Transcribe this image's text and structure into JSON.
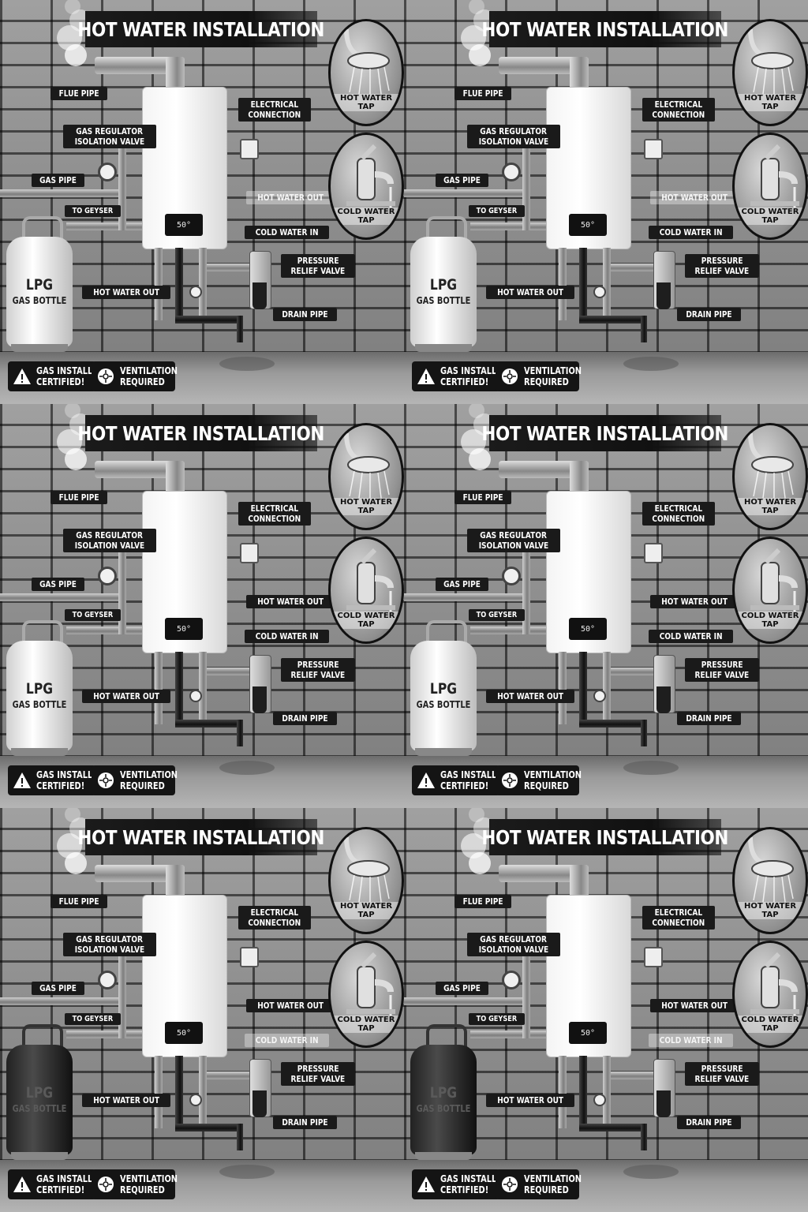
{
  "panels": [
    {
      "variant": "light",
      "title": "HOT WATER INSTALLATION",
      "display": "50°",
      "labels": {
        "flue_pipe": "FLUE PIPE",
        "electrical_1": "ELECTRICAL",
        "electrical_2": "CONNECTION",
        "gas_regulator_1": "GAS REGULATOR",
        "gas_regulator_2": "ISOLATION VALVE",
        "gas_pipe": "GAS PIPE",
        "to_geyser": "TO GEYSER",
        "hot_water_out_unit": "HOT WATER OUT",
        "cold_water_in": "COLD WATER IN",
        "pressure_relief_1": "PRESSURE",
        "pressure_relief_2": "RELIEF VALVE",
        "hot_water_out_pipe": "HOT WATER OUT",
        "drain_pipe": "DRAIN PIPE",
        "hot_water_tap": "HOT WATER TAP",
        "cold_water_tap": "COLD WATER TAP"
      },
      "bottle": {
        "line1": "LPG",
        "line2": "GAS BOTTLE"
      },
      "badges": [
        {
          "icon": "warning-icon",
          "line1": "GAS INSTALLER",
          "line2": "CERTIFIED!"
        },
        {
          "icon": "ventilation-icon",
          "line1": "VENTILATION",
          "line2": "REQUIRED"
        }
      ]
    },
    {
      "variant": "light",
      "title": "HOT WATER INSTALLATION",
      "display": "50°",
      "labels": {
        "flue_pipe": "FLUE PIPE",
        "electrical_1": "ELECTRICAL",
        "electrical_2": "CONNECTION",
        "gas_regulator_1": "GAS REGULATOR",
        "gas_regulator_2": "ISOLATION VALVE",
        "gas_pipe": "GAS PIPE",
        "to_geyser": "TO GEYSER",
        "hot_water_out_unit": "HOT WATER OUT",
        "cold_water_in": "COLD WATER IN",
        "pressure_relief_1": "PRESSURE",
        "pressure_relief_2": "RELIEF VALVE",
        "hot_water_out_pipe": "HOT WATER OUT",
        "drain_pipe": "DRAIN PIPE",
        "hot_water_tap": "HOT WATER TAP",
        "cold_water_tap": "COLD WATER TAP"
      },
      "bottle": {
        "line1": "LPG",
        "line2": "GAS BOTTLE"
      },
      "badges": [
        {
          "icon": "warning-icon",
          "line1": "GAS INSTALLER",
          "line2": "CERTIFIED!"
        },
        {
          "icon": "ventilation-icon",
          "line1": "VENTILATION",
          "line2": "REQUIRED"
        }
      ]
    },
    {
      "variant": "light",
      "title": "HOT WATER INSTALLATION",
      "display": "50°",
      "labels": {
        "flue_pipe": "FLUE PIPE",
        "electrical_1": "ELECTRICAL",
        "electrical_2": "CONNECTION",
        "gas_regulator_1": "GAS REGULATOR",
        "gas_regulator_2": "ISOLATION VALVE",
        "gas_pipe": "GAS PIPE",
        "to_geyser": "TO GEYSER",
        "hot_water_out_unit": "HOT WATER OUT",
        "cold_water_in": "COLD WATER IN",
        "pressure_relief_1": "PRESSURE",
        "pressure_relief_2": "RELIEF VALVE",
        "hot_water_out_pipe": "HOT WATER OUT",
        "drain_pipe": "DRAIN PIPE",
        "hot_water_tap": "HOT WATER TAP",
        "cold_water_tap": "COLD WATER TAP"
      },
      "bottle": {
        "line1": "LPG",
        "line2": "GAS BOTTLE"
      },
      "badges": [
        {
          "icon": "warning-icon",
          "line1": "GAS INSTALLER",
          "line2": "CERTIFIED!"
        },
        {
          "icon": "ventilation-icon",
          "line1": "VENTILATION",
          "line2": "REQUIRED"
        }
      ]
    },
    {
      "variant": "light",
      "title": "HOT WATER INSTALLATION",
      "display": "50°",
      "labels": {
        "flue_pipe": "FLUE PIPE",
        "electrical_1": "ELECTRICAL",
        "electrical_2": "CONNECTION",
        "gas_regulator_1": "GAS REGULATOR",
        "gas_regulator_2": "ISOLATION VALVE",
        "gas_pipe": "GAS PIPE",
        "to_geyser": "TO GEYSER",
        "hot_water_out_unit": "HOT WATER OUT",
        "cold_water_in": "COLD WATER IN",
        "pressure_relief_1": "PRESSURE",
        "pressure_relief_2": "RELIEF VALVE",
        "hot_water_out_pipe": "HOT WATER OUT",
        "drain_pipe": "DRAIN PIPE",
        "hot_water_tap": "HOT WATER TAP",
        "cold_water_tap": "COLD WATER TAP"
      },
      "bottle": {
        "line1": "LPG",
        "line2": "GAS BOTTLE"
      },
      "badges": [
        {
          "icon": "warning-icon",
          "line1": "GAS INSTALLER",
          "line2": "CERTIFIED!"
        },
        {
          "icon": "ventilation-icon",
          "line1": "VENTILATION",
          "line2": "REQUIRED"
        }
      ]
    },
    {
      "variant": "dark",
      "title": "HOT WATER INSTALLATION",
      "display": "50°",
      "labels": {
        "flue_pipe": "FLUE PIPE",
        "electrical_1": "ELECTRICAL",
        "electrical_2": "CONNECTION",
        "gas_regulator_1": "GAS REGULATOR",
        "gas_regulator_2": "ISOLATION VALVE",
        "gas_pipe": "GAS PIPE",
        "to_geyser": "TO GEYSER",
        "hot_water_out_unit": "HOT WATER OUT",
        "cold_water_in": "COLD WATER IN",
        "pressure_relief_1": "PRESSURE",
        "pressure_relief_2": "RELIEF VALVE",
        "hot_water_out_pipe": "HOT WATER OUT",
        "drain_pipe": "DRAIN PIPE",
        "hot_water_tap": "HOT WATER TAP",
        "cold_water_tap": "COLD WATER TAP"
      },
      "bottle": {
        "line1": "LPG",
        "line2": "GAS BOTTLE"
      },
      "badges": [
        {
          "icon": "warning-icon",
          "line1": "GAS INSTALLER",
          "line2": "CERTIFIED!"
        },
        {
          "icon": "ventilation-icon",
          "line1": "VENTILATION",
          "line2": "REQUIRED"
        }
      ]
    },
    {
      "variant": "dark",
      "title": "HOT WATER INSTALLATION",
      "display": "50°",
      "labels": {
        "flue_pipe": "FLUE PIPE",
        "electrical_1": "ELECTRICAL",
        "electrical_2": "CONNECTION",
        "gas_regulator_1": "GAS REGULATOR",
        "gas_regulator_2": "ISOLATION VALVE",
        "gas_pipe": "GAS PIPE",
        "to_geyser": "TO GEYSER",
        "hot_water_out_unit": "HOT WATER OUT",
        "cold_water_in": "COLD WATER IN",
        "pressure_relief_1": "PRESSURE",
        "pressure_relief_2": "RELIEF VALVE",
        "hot_water_out_pipe": "HOT WATER OUT",
        "drain_pipe": "DRAIN PIPE",
        "hot_water_tap": "HOT WATER TAP",
        "cold_water_tap": "COLD WATER TAP"
      },
      "bottle": {
        "line1": "LPG",
        "line2": "GAS BOTTLE"
      },
      "badges": [
        {
          "icon": "warning-icon",
          "line1": "GAS INSTALLER",
          "line2": "CERTIFIED!"
        },
        {
          "icon": "ventilation-icon",
          "line1": "VENTILATION",
          "line2": "REQUIRED"
        }
      ]
    }
  ]
}
